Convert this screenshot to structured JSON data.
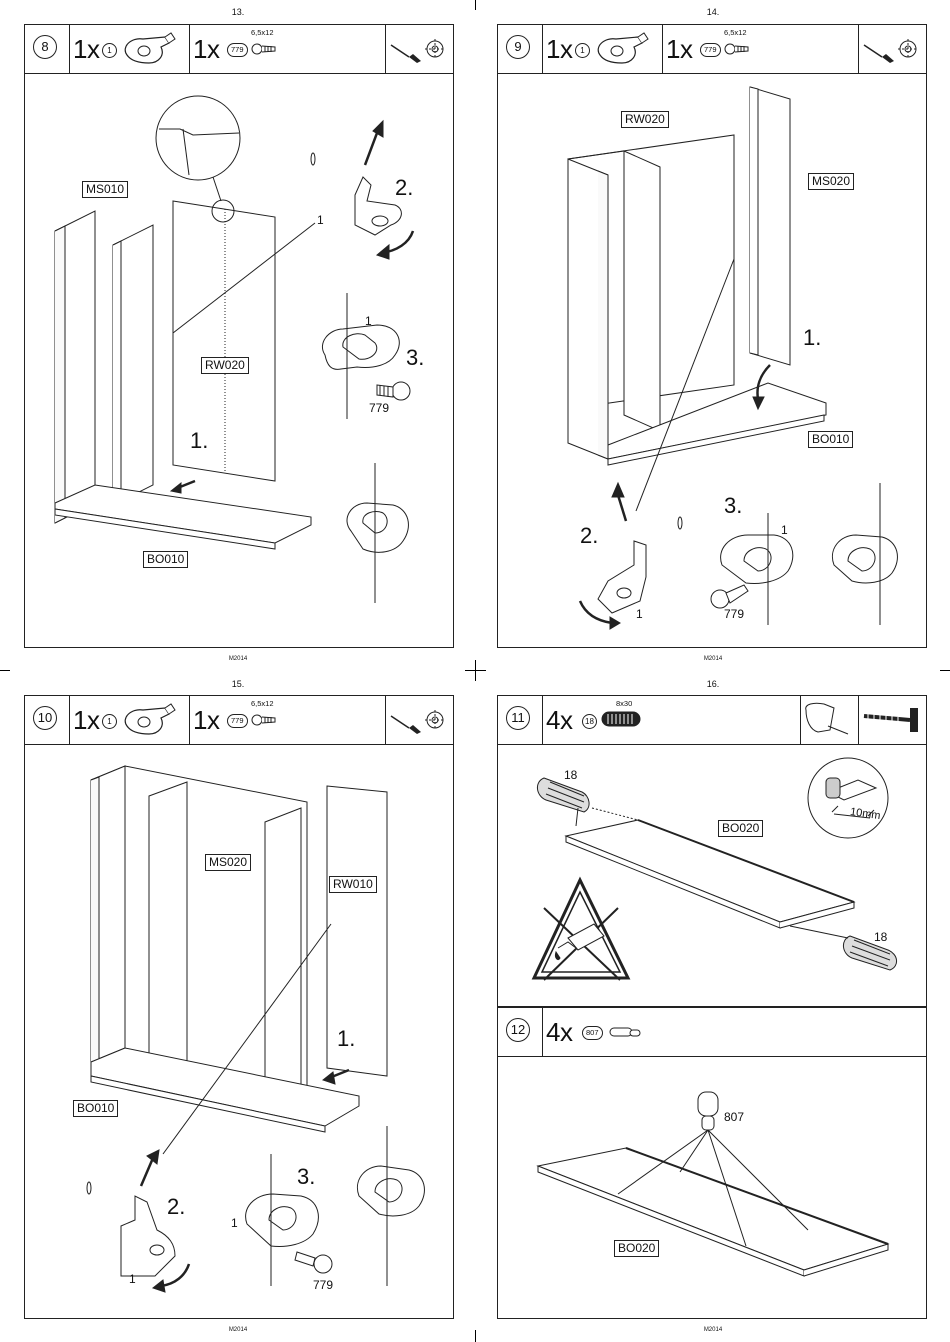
{
  "pages": {
    "p13": {
      "number": "13.",
      "code": "M2014"
    },
    "p14": {
      "number": "14.",
      "code": "M2014"
    },
    "p15": {
      "number": "15.",
      "code": "M2014"
    },
    "p16": {
      "number": "16.",
      "code": "M2014"
    }
  },
  "step8": {
    "step": "8",
    "qty1": "1x",
    "part1": "1",
    "qty2": "1x",
    "part2": "779",
    "spec2": "6,5x12",
    "labels": {
      "ms": "MS010",
      "rw": "RW020",
      "bo": "BO010"
    },
    "num1": "1.",
    "num2": "2.",
    "num3": "3.",
    "tag1a": "1",
    "tag1b": "1",
    "screw": "779",
    "tools": [
      "screwdriver-icon",
      "cam-lock-icon"
    ]
  },
  "step9": {
    "step": "9",
    "qty1": "1x",
    "part1": "1",
    "qty2": "1x",
    "part2": "779",
    "spec2": "6,5x12",
    "labels": {
      "rw": "RW020",
      "ms": "MS020",
      "bo": "BO010"
    },
    "num1": "1.",
    "num2": "2.",
    "num3": "3.",
    "tag1a": "1",
    "tag1b": "1",
    "screw": "779"
  },
  "step10": {
    "step": "10",
    "qty1": "1x",
    "part1": "1",
    "qty2": "1x",
    "part2": "779",
    "spec2": "6,5x12",
    "labels": {
      "ms": "MS020",
      "rw": "RW010",
      "bo": "BO010"
    },
    "num1": "1.",
    "num2": "2.",
    "num3": "3.",
    "tag1a": "1",
    "tag1b": "1",
    "screw": "779"
  },
  "step11": {
    "step": "11",
    "qty": "4x",
    "part": "18",
    "spec": "8x30",
    "labels": {
      "bo": "BO020"
    },
    "dowel_tag_a": "18",
    "dowel_tag_b": "18",
    "depth": "10mm"
  },
  "step12": {
    "step": "12",
    "qty": "4x",
    "part": "807",
    "labels": {
      "bo": "BO020"
    },
    "pin_tag": "807"
  },
  "colors": {
    "line": "#222222",
    "paper": "#ffffff"
  }
}
